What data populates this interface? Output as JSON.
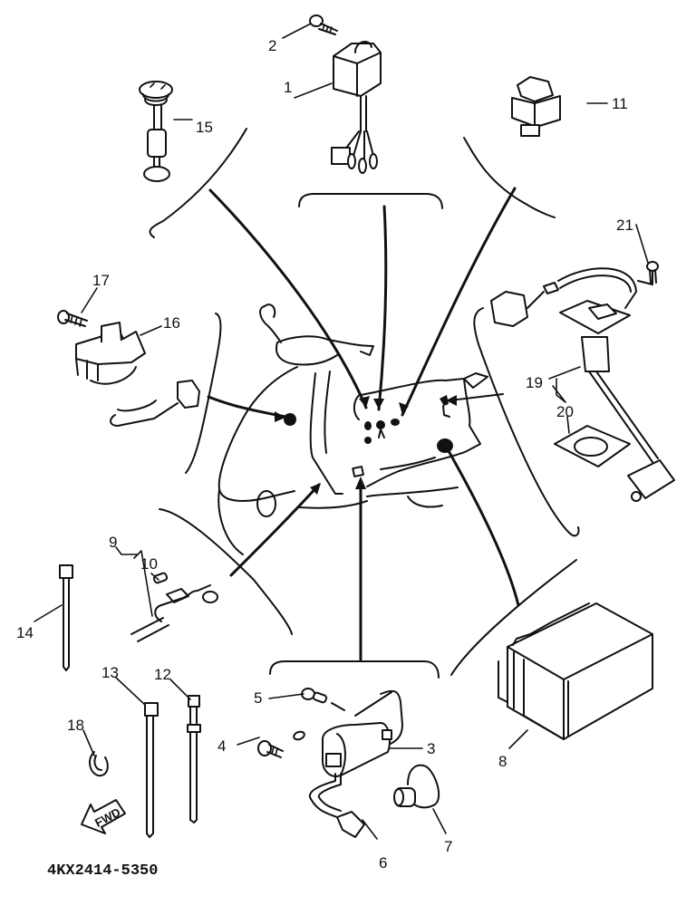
{
  "diagram": {
    "title_code": "4KX2414-5350",
    "forward_arrow_label": "FWD",
    "callouts": [
      {
        "id": "1",
        "part": "cdi-unit"
      },
      {
        "id": "2",
        "part": "screw"
      },
      {
        "id": "3",
        "part": "ignition-coil"
      },
      {
        "id": "4",
        "part": "bolt"
      },
      {
        "id": "5",
        "part": "screw"
      },
      {
        "id": "6",
        "part": "spark-plug-cap"
      },
      {
        "id": "7",
        "part": "cover"
      },
      {
        "id": "8",
        "part": "battery"
      },
      {
        "id": "9",
        "part": "wire-harness-lead"
      },
      {
        "id": "10",
        "part": "fuse"
      },
      {
        "id": "11",
        "part": "relay"
      },
      {
        "id": "12",
        "part": "cable-band"
      },
      {
        "id": "13",
        "part": "cable-band"
      },
      {
        "id": "14",
        "part": "cable-band"
      },
      {
        "id": "15",
        "part": "switch"
      },
      {
        "id": "16",
        "part": "rectifier-regulator"
      },
      {
        "id": "17",
        "part": "bolt"
      },
      {
        "id": "18",
        "part": "clamp"
      },
      {
        "id": "19",
        "part": "fuel-sender-unit"
      },
      {
        "id": "20",
        "part": "gasket"
      },
      {
        "id": "21",
        "part": "screw"
      }
    ]
  }
}
